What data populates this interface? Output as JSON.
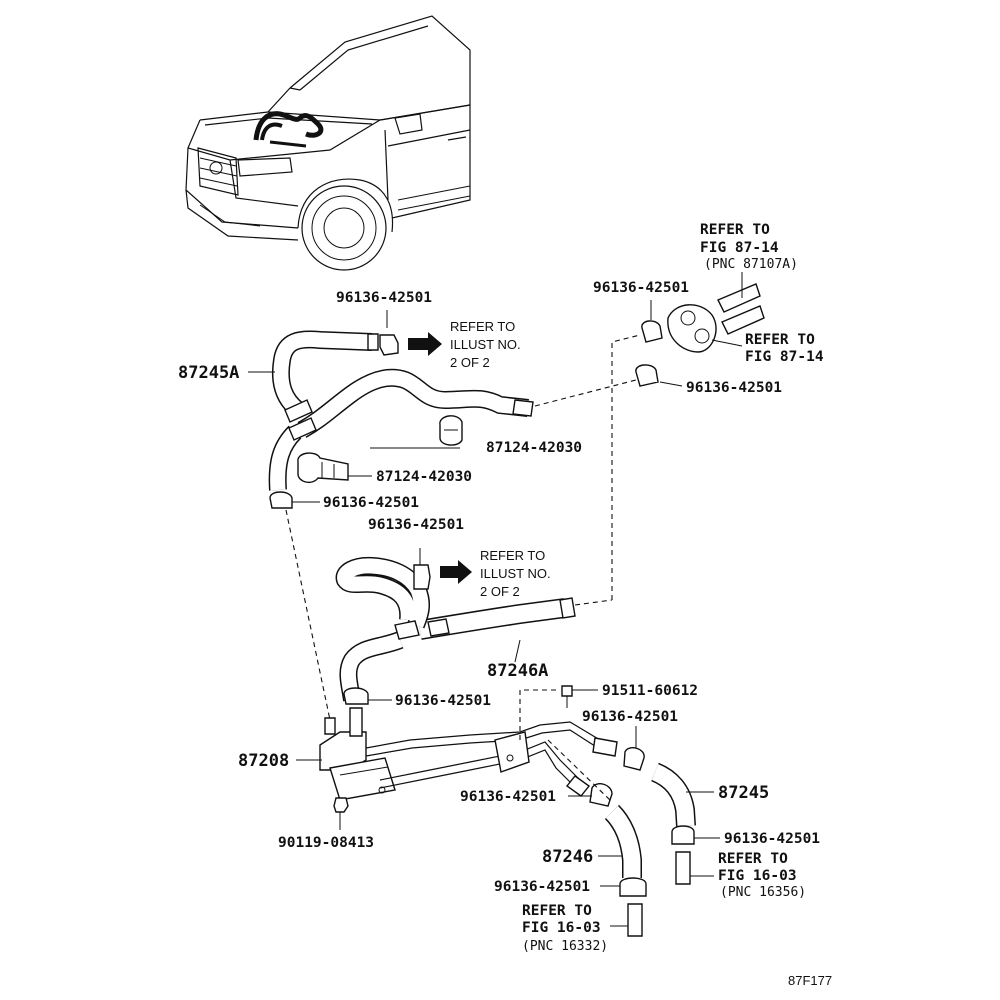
{
  "diagram": {
    "figure_code": "87F177",
    "part_labels": {
      "hose_87245A": "87245A",
      "hose_87246A": "87246A",
      "valve_87208": "87208",
      "hose_87245": "87245",
      "hose_87246": "87246"
    },
    "callouts": {
      "clip_top_left": "96136-42501",
      "clip_top_right": "96136-42501",
      "clip_right_lower": "96136-42501",
      "clamp_upper": "87124-42030",
      "clamp_lower": "87124-42030",
      "clip_left_mid": "96136-42501",
      "clip_mid": "96136-42501",
      "clip_valve_top": "96136-42501",
      "bolt": "91511-60612",
      "clip_right_pipe": "96136-42501",
      "clip_lower_mid": "96136-42501",
      "nut": "90119-08413",
      "clip_right_bottom": "96136-42501",
      "clip_bottom": "96136-42501"
    },
    "refer_upper_right": [
      "REFER TO",
      "FIG 87-14",
      "(PNC 87107A)"
    ],
    "refer_right_mid": [
      "REFER TO",
      "FIG 87-14"
    ],
    "refer_illust_1": [
      "REFER TO",
      "ILLUST NO.",
      "2 OF 2"
    ],
    "refer_illust_2": [
      "REFER TO",
      "ILLUST NO.",
      "2 OF 2"
    ],
    "refer_right_bottom": [
      "REFER TO",
      "FIG 16-03",
      "(PNC 16356)"
    ],
    "refer_bottom": [
      "REFER TO",
      "FIG 16-03",
      "(PNC 16332)"
    ]
  }
}
